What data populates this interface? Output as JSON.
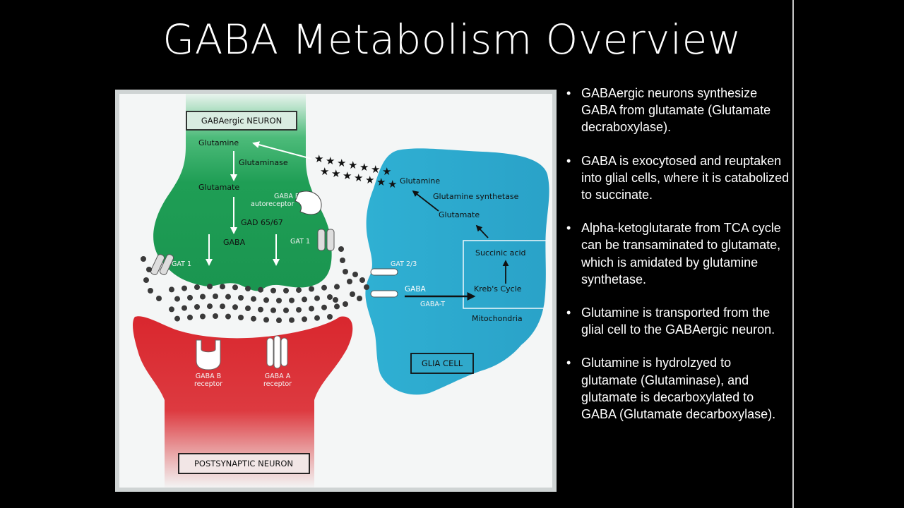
{
  "slide": {
    "title": "GABA Metabolism Overview"
  },
  "diagram": {
    "neuron_box": "GABAergic NEURON",
    "glutamine_neuron": "Glutamine",
    "glutaminase": "Glutaminase",
    "glutamate_neuron": "Glutamate",
    "gaba_b_autoreceptor_1": "GABA B",
    "gaba_b_autoreceptor_2": "autoreceptor",
    "gad": "GAD 65/67",
    "gaba_neuron": "GABA",
    "gat1_right": "GAT 1",
    "gat1_left": "GAT 1",
    "glutamine_glia": "Glutamine",
    "glutamine_synthetase": "Glutamine synthetase",
    "glutamate_glia": "Glutamate",
    "succinic_acid": "Succinic acid",
    "krebs_cycle": "Kreb's Cycle",
    "mitochondria": "Mitochondria",
    "gat23": "GAT 2/3",
    "gaba_glia": "GABA",
    "gaba_t": "GABA-T",
    "glia_box": "GLIA CELL",
    "gaba_b_receptor_1": "GABA B",
    "gaba_b_receptor_2": "receptor",
    "gaba_a_receptor_1": "GABA A",
    "gaba_a_receptor_2": "receptor",
    "postsynaptic_box": "POSTSYNAPTIC NEURON",
    "colors": {
      "neuron_green": "#1f9e55",
      "glia_blue": "#29a9cc",
      "post_red": "#d9272e",
      "panel_bg": "#f4f6f6"
    }
  },
  "bullets": [
    "GABAergic neurons synthesize GABA from glutamate (Glutamate decraboxylase).",
    "GABA is exocytosed and reuptaken into glial cells, where it is catabolized to succinate.",
    "Alpha-ketoglutarate from TCA cycle can be transaminated to glutamate, which is amidated by glutamine synthetase.",
    "Glutamine is transported from the glial cell to the GABAergic neuron.",
    "Glutamine is hydrolzyed to glutamate (Glutaminase), and glutamate is decarboxylated to GABA (Glutamate decarboxylase)."
  ]
}
